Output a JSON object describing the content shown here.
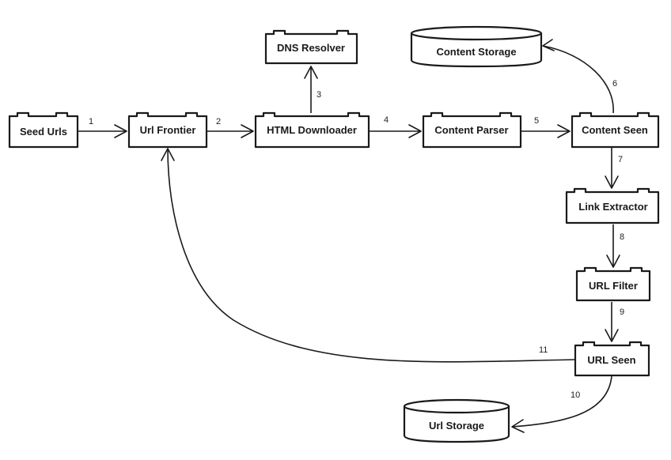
{
  "nodes": {
    "seed_urls": "Seed Urls",
    "url_frontier": "Url Frontier",
    "html_downloader": "HTML Downloader",
    "dns_resolver": "DNS Resolver",
    "content_parser": "Content Parser",
    "content_seen": "Content Seen",
    "content_storage": "Content Storage",
    "link_extractor": "Link Extractor",
    "url_filter": "URL Filter",
    "url_seen": "URL Seen",
    "url_storage": "Url Storage"
  },
  "edges": {
    "e1": "1",
    "e2": "2",
    "e3": "3",
    "e4": "4",
    "e5": "5",
    "e6": "6",
    "e7": "7",
    "e8": "8",
    "e9": "9",
    "e10": "10",
    "e11": "11"
  }
}
